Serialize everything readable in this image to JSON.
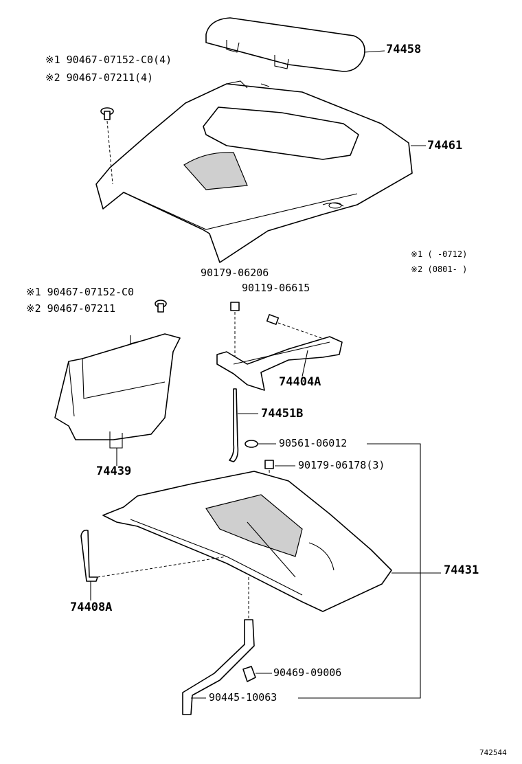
{
  "labels": {
    "p74458": "74458",
    "p74461": "74461",
    "top_note1": "※1 90467-07152-C0(4)",
    "top_note2": "※2 90467-07211(4)",
    "legend1": "※1 (    -0712)",
    "legend2": "※2 (0801-    )",
    "p90179_06206": "90179-06206",
    "p90119_06615": "90119-06615",
    "mid_note1": "※1 90467-07152-C0",
    "mid_note2": "※2 90467-07211",
    "p74404A": "74404A",
    "p74451B": "74451B",
    "p74439": "74439",
    "p90561_06012": "90561-06012",
    "p90179_06178": "90179-06178(3)",
    "p74431": "74431",
    "p74408A": "74408A",
    "p90469_09006": "90469-09006",
    "p90445_10063": "90445-10063",
    "figure_code": "742544"
  }
}
